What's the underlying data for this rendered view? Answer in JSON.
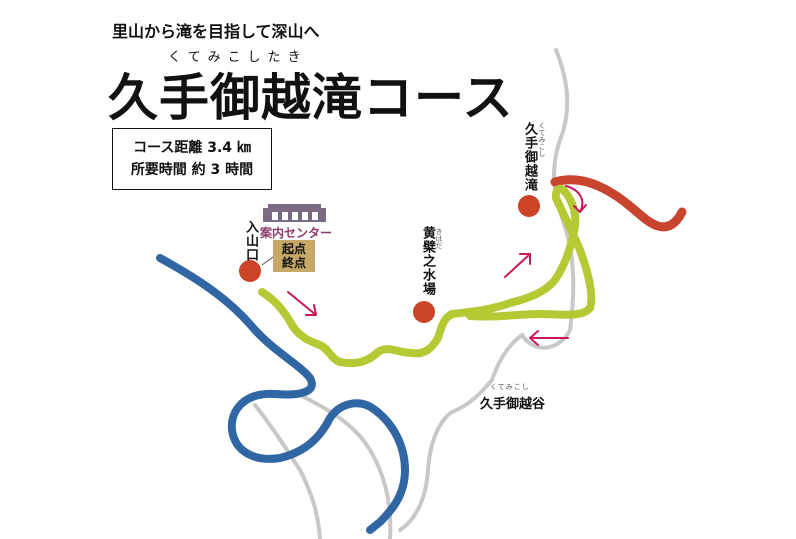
{
  "header": {
    "subtitle": "里山から滝を目指して深山へ",
    "title_ruby": "くてみこしたき",
    "title": "久手御越滝コース"
  },
  "info": {
    "distance": "コース距離 3.4 ㎞",
    "time": "所要時間 約 3 時間"
  },
  "places": {
    "entrance": "入山口",
    "center": "案内センター",
    "start_goal_line1": "起点",
    "start_goal_line2": "終点",
    "spring": "黄檗之水場",
    "spring_ruby": "きはだ",
    "waterfall": "久手御越滝",
    "waterfall_ruby": "くてみこし",
    "valley": "久手御越谷",
    "valley_ruby": "くてみこし"
  },
  "colors": {
    "route": "#b5c934",
    "river": "#2f66a3",
    "road": "#c8c8c8",
    "upstream": "#c8442f",
    "point": "#cc4428",
    "arrow": "#c8185b",
    "building": "#7b6a84",
    "start_box": "#c7a866"
  },
  "icons": {
    "center": "building-icon",
    "points": "map-point-icon",
    "arrows": "direction-arrow-icon"
  }
}
